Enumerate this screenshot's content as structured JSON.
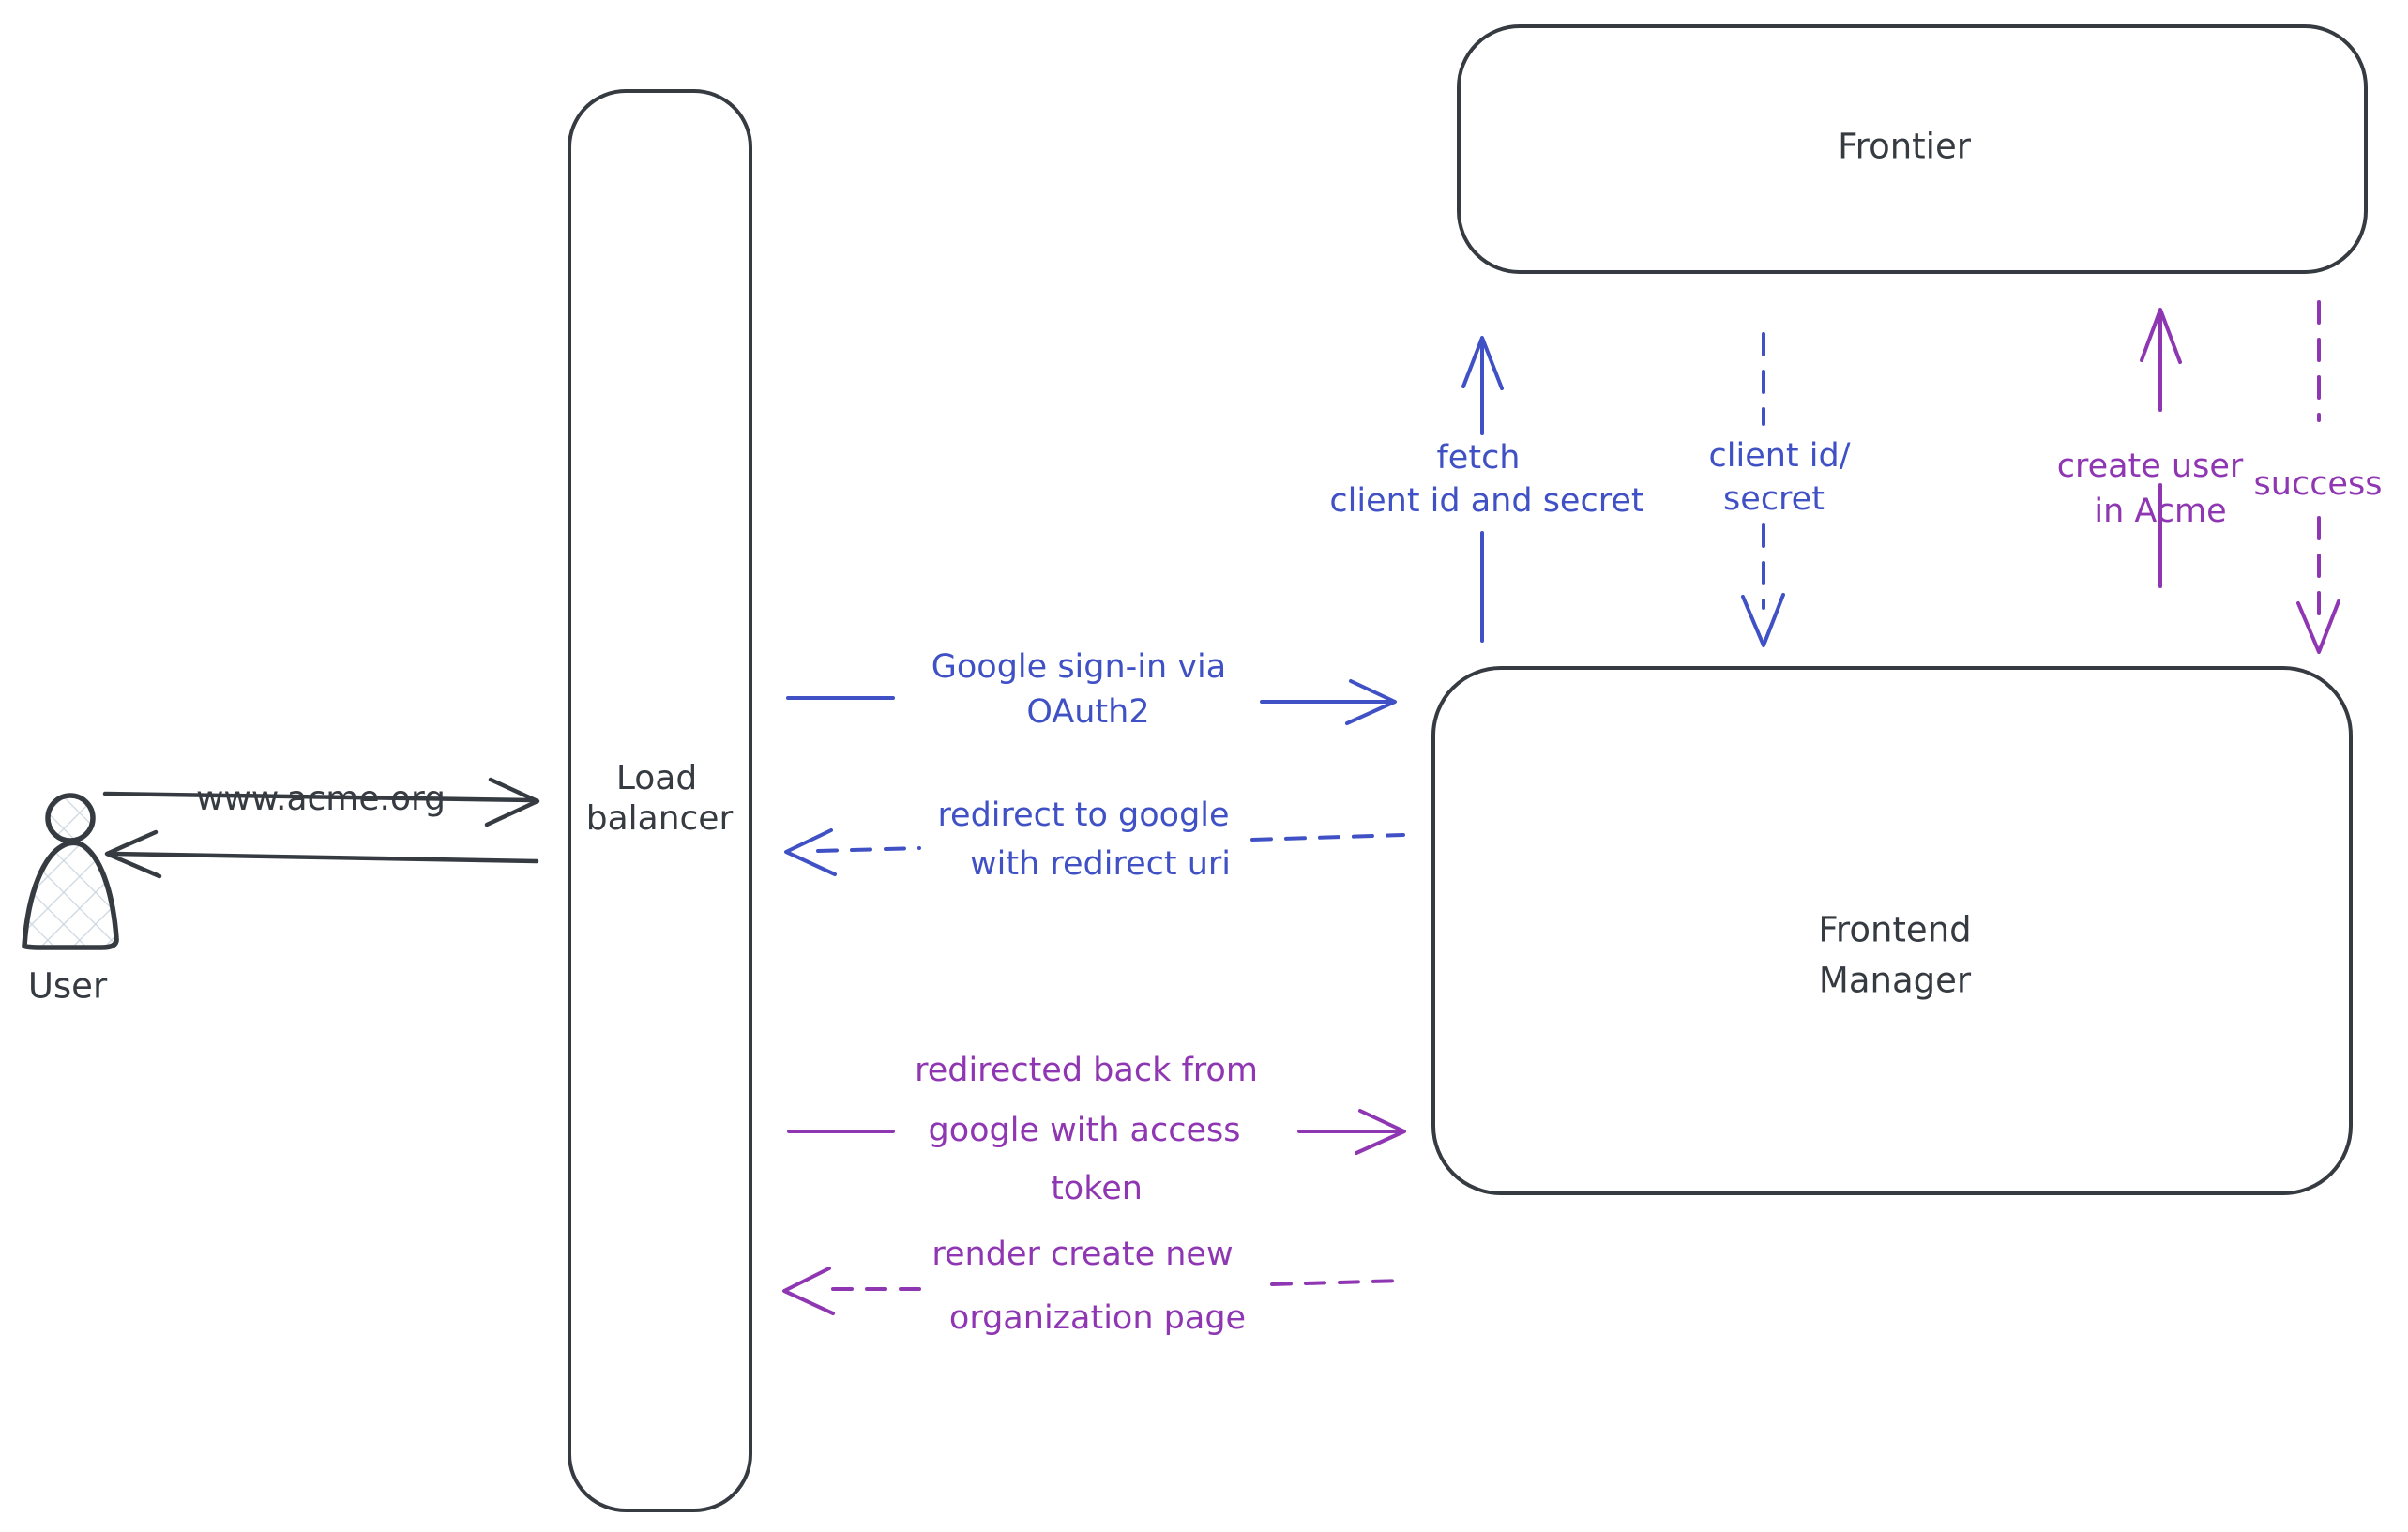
{
  "canvas": {
    "background": "#ffffff"
  },
  "colors": {
    "ink": "#363b42",
    "blue": "#3f51c5",
    "purple": "#8f37b2",
    "actor_hatch": "#cdd7e0"
  },
  "nodes": {
    "user": {
      "label": "User",
      "type": "actor"
    },
    "load_balancer": {
      "lines": [
        "Load",
        "balancer"
      ]
    },
    "frontier": {
      "label": "Frontier"
    },
    "frontend_manager": {
      "lines": [
        "Frontend",
        "Manager"
      ]
    }
  },
  "edges": {
    "www_acme": {
      "lines": [
        "www.acme.org"
      ],
      "style": "solid",
      "color": "ink",
      "direction": "right"
    },
    "lb_to_user": {
      "lines": [],
      "style": "solid",
      "color": "ink",
      "direction": "left"
    },
    "google_signin": {
      "lines": [
        "Google sign-in via",
        "OAuth2"
      ],
      "style": "solid",
      "color": "blue",
      "direction": "right"
    },
    "redirect_google": {
      "lines": [
        "redirect to google",
        "with redirect uri"
      ],
      "style": "dashed",
      "color": "blue",
      "direction": "left"
    },
    "fetch_client": {
      "lines": [
        "fetch",
        "client id and secret"
      ],
      "style": "solid",
      "color": "blue",
      "direction": "up"
    },
    "client_id_secret": {
      "lines": [
        "client id/",
        "secret"
      ],
      "style": "dashed",
      "color": "blue",
      "direction": "down"
    },
    "redirected_back": {
      "lines": [
        "redirected back from",
        "google with access",
        "token"
      ],
      "style": "solid",
      "color": "purple",
      "direction": "right"
    },
    "render_org": {
      "lines": [
        "render create new",
        "organization page"
      ],
      "style": "dashed",
      "color": "purple",
      "direction": "left"
    },
    "create_user": {
      "lines": [
        "create user",
        "in Acme"
      ],
      "style": "solid",
      "color": "purple",
      "direction": "up"
    },
    "success": {
      "lines": [
        "success"
      ],
      "style": "dashed",
      "color": "purple",
      "direction": "down"
    }
  }
}
